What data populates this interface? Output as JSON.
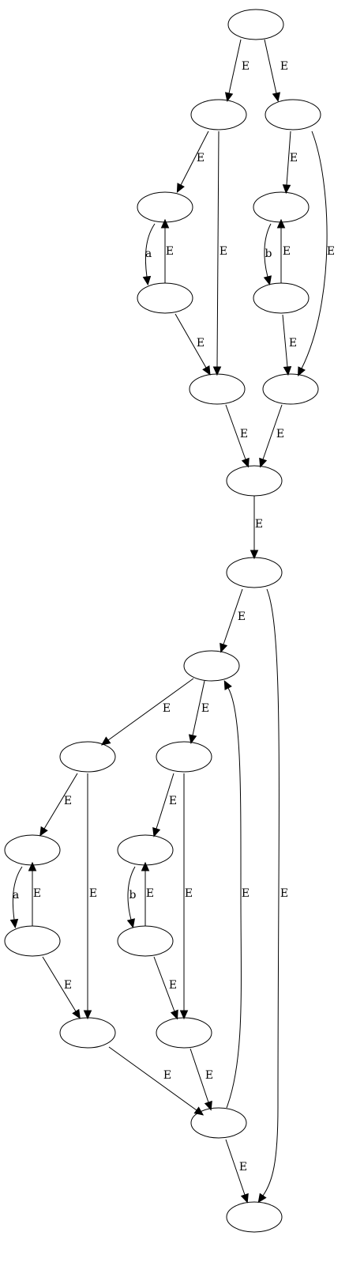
{
  "diagram": {
    "nodes": [
      {
        "id": "n0",
        "label": ""
      },
      {
        "id": "n1",
        "label": ""
      },
      {
        "id": "n2",
        "label": ""
      },
      {
        "id": "n3",
        "label": ""
      },
      {
        "id": "n4",
        "label": ""
      },
      {
        "id": "n5",
        "label": ""
      },
      {
        "id": "n6",
        "label": ""
      },
      {
        "id": "n7",
        "label": ""
      },
      {
        "id": "n8",
        "label": ""
      },
      {
        "id": "n9",
        "label": ""
      },
      {
        "id": "n10",
        "label": ""
      },
      {
        "id": "n11",
        "label": ""
      },
      {
        "id": "n12",
        "label": ""
      },
      {
        "id": "n13",
        "label": ""
      },
      {
        "id": "n14",
        "label": ""
      },
      {
        "id": "n15",
        "label": ""
      },
      {
        "id": "n16",
        "label": ""
      },
      {
        "id": "n17",
        "label": ""
      },
      {
        "id": "n18",
        "label": ""
      },
      {
        "id": "n19",
        "label": ""
      },
      {
        "id": "n20",
        "label": ""
      },
      {
        "id": "n21",
        "label": ""
      },
      {
        "id": "n22",
        "label": ""
      }
    ],
    "edges": [
      {
        "from": "n0",
        "to": "n1",
        "label": "E"
      },
      {
        "from": "n0",
        "to": "n2",
        "label": "E"
      },
      {
        "from": "n1",
        "to": "n3",
        "label": "E"
      },
      {
        "from": "n1",
        "to": "n7",
        "label": "E"
      },
      {
        "from": "n3",
        "to": "n5",
        "label": "a"
      },
      {
        "from": "n5",
        "to": "n3",
        "label": "E"
      },
      {
        "from": "n5",
        "to": "n7",
        "label": "E"
      },
      {
        "from": "n2",
        "to": "n4",
        "label": "E"
      },
      {
        "from": "n2",
        "to": "n8",
        "label": "E"
      },
      {
        "from": "n4",
        "to": "n6",
        "label": "b"
      },
      {
        "from": "n6",
        "to": "n4",
        "label": "E"
      },
      {
        "from": "n6",
        "to": "n8",
        "label": "E"
      },
      {
        "from": "n7",
        "to": "n9",
        "label": "E"
      },
      {
        "from": "n8",
        "to": "n9",
        "label": "E"
      },
      {
        "from": "n9",
        "to": "n10",
        "label": "E"
      },
      {
        "from": "n10",
        "to": "n11",
        "label": "E"
      },
      {
        "from": "n10",
        "to": "n22",
        "label": "E"
      },
      {
        "from": "n11",
        "to": "n12",
        "label": "E"
      },
      {
        "from": "n11",
        "to": "n13",
        "label": "E"
      },
      {
        "from": "n12",
        "to": "n14",
        "label": "E"
      },
      {
        "from": "n12",
        "to": "n18",
        "label": "E"
      },
      {
        "from": "n14",
        "to": "n16",
        "label": "a"
      },
      {
        "from": "n16",
        "to": "n14",
        "label": "E"
      },
      {
        "from": "n16",
        "to": "n18",
        "label": "E"
      },
      {
        "from": "n13",
        "to": "n15",
        "label": "E"
      },
      {
        "from": "n13",
        "to": "n19",
        "label": "E"
      },
      {
        "from": "n15",
        "to": "n17",
        "label": "b"
      },
      {
        "from": "n17",
        "to": "n15",
        "label": "E"
      },
      {
        "from": "n17",
        "to": "n19",
        "label": "E"
      },
      {
        "from": "n18",
        "to": "n20",
        "label": "E"
      },
      {
        "from": "n19",
        "to": "n20",
        "label": "E"
      },
      {
        "from": "n20",
        "to": "n11",
        "label": "E"
      },
      {
        "from": "n20",
        "to": "n22",
        "label": "E"
      }
    ]
  }
}
